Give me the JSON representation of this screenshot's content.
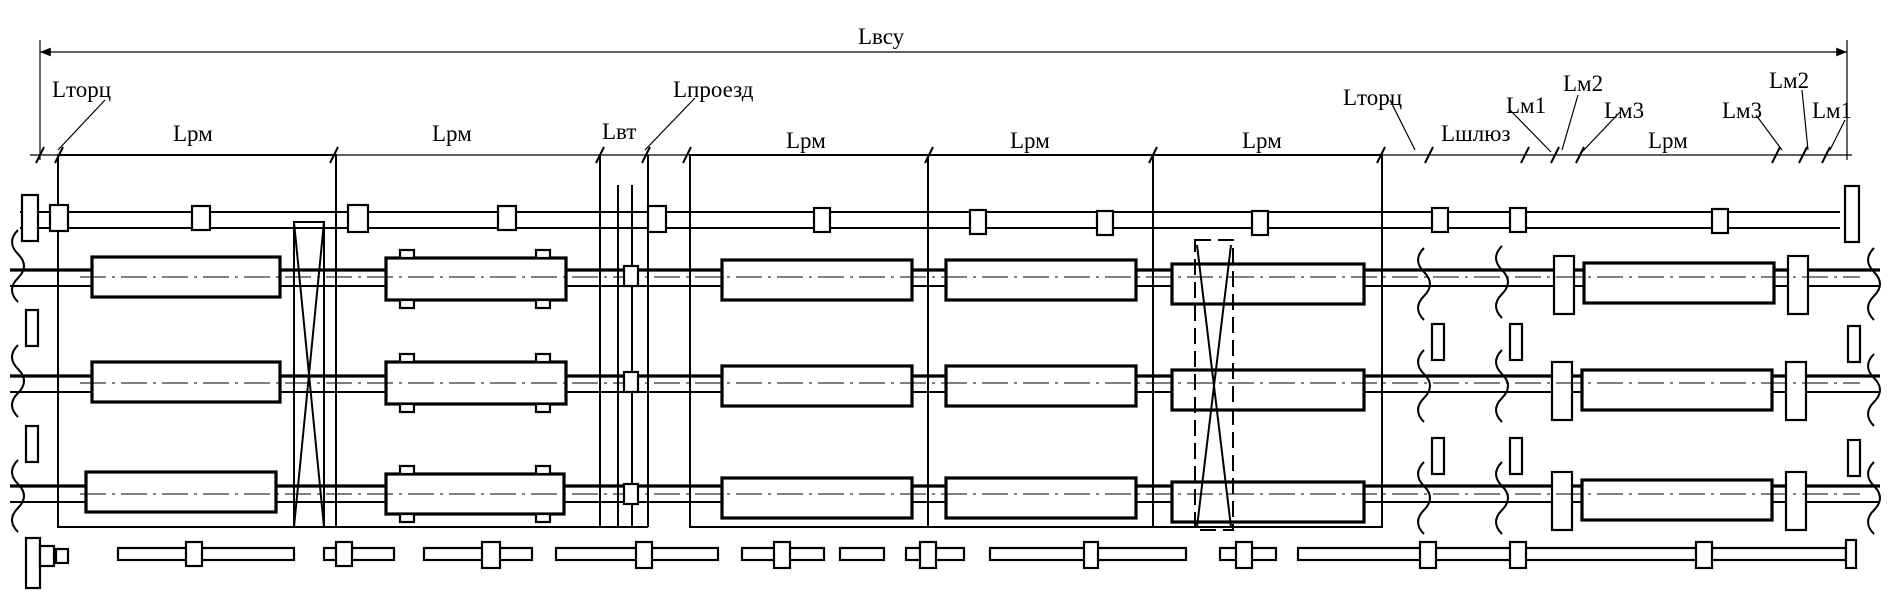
{
  "labels": {
    "total": "Lвсу",
    "end_left": "Lторц",
    "end_right": "Lторц",
    "passage": "Lпроезд",
    "gap": "Lвт",
    "lock": "Lшлюз",
    "m1_left": "Lм1",
    "m2_left": "Lм2",
    "m3_left": "Lм3",
    "m3_right": "Lм3",
    "m2_right": "Lм2",
    "m1_right": "Lм1",
    "rm1": "Lрм",
    "rm2": "Lрм",
    "rm3": "Lрм",
    "rm4": "Lрм",
    "rm5": "Lрм",
    "rm6": "Lрм"
  }
}
